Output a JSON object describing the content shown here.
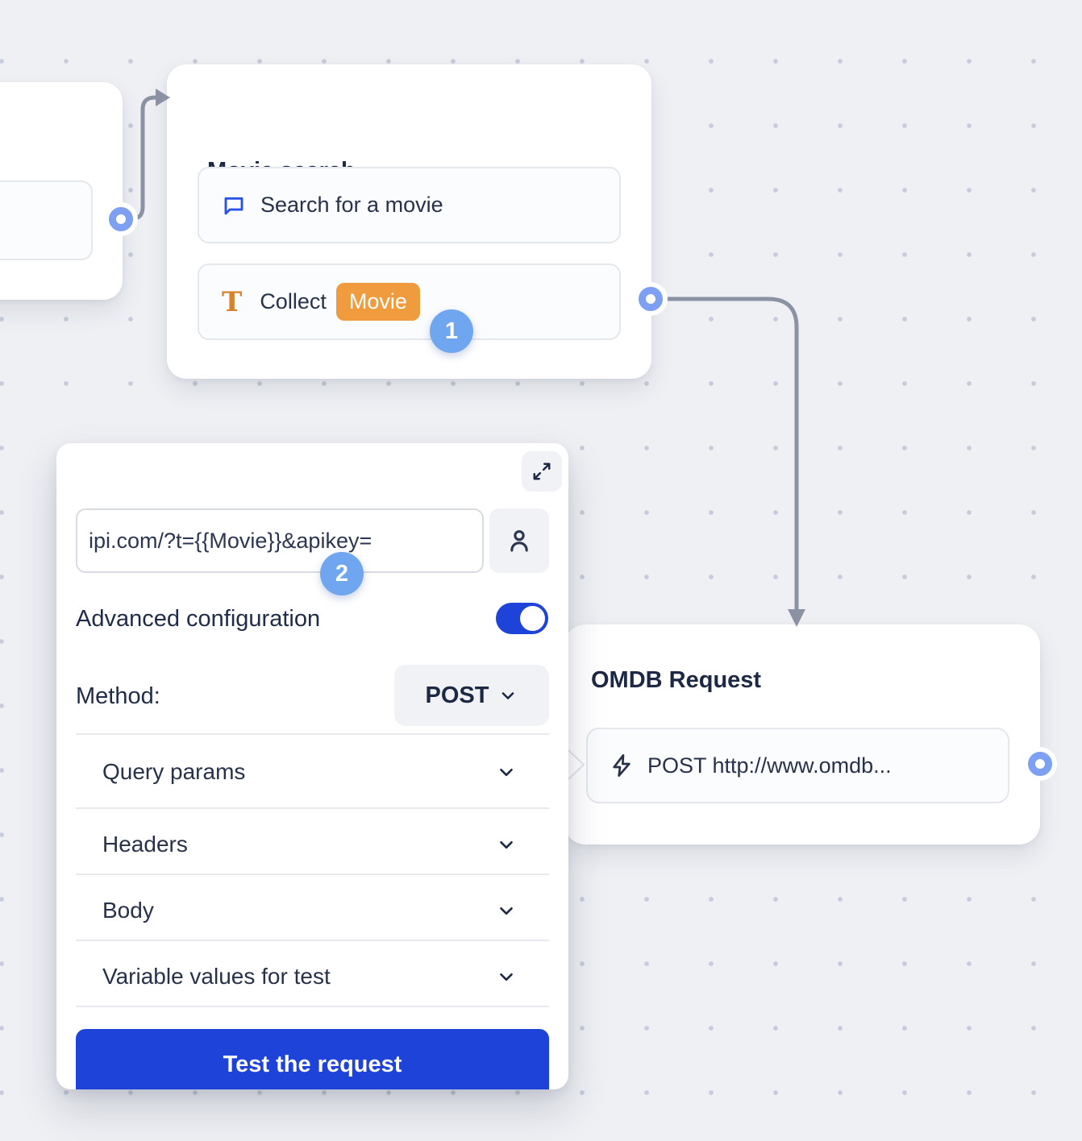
{
  "canvas": {
    "background": "#eef0f4",
    "dot_color": "#c6ccd9",
    "connector_color": "#8a92a3"
  },
  "colors": {
    "accent_blue": "#1e43d8",
    "badge_blue": "#70a6ef",
    "port_blue": "#7da0f2",
    "orange": "#ef9b3e",
    "orange_icon": "#d9822b",
    "title_navy": "#1c2844"
  },
  "nodes": {
    "movie_search": {
      "title": "Movie search",
      "items": [
        {
          "icon": "chat-bubble-icon",
          "label": "Search for a movie"
        },
        {
          "icon": "text-input-icon",
          "label": "Collect",
          "variable": "Movie"
        }
      ],
      "step_badge": "1"
    },
    "omdb": {
      "title": "OMDB Request",
      "items": [
        {
          "icon": "lightning-icon",
          "label": "POST http://www.omdb..."
        }
      ]
    }
  },
  "panel": {
    "url_value": "ipi.com/?t={{Movie}}&apikey=",
    "advanced_label": "Advanced configuration",
    "advanced_on": true,
    "method_label": "Method:",
    "method_value": "POST",
    "sections": [
      "Query params",
      "Headers",
      "Body",
      "Variable values for test"
    ],
    "test_button_label": "Test the request",
    "step_badge": "2"
  }
}
